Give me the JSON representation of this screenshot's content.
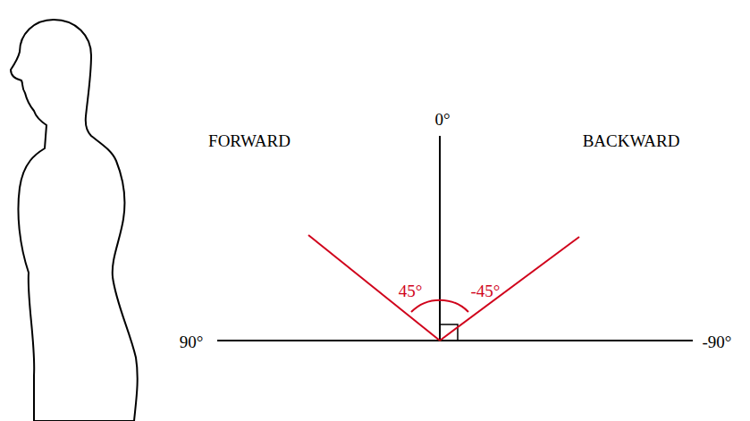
{
  "diagram": {
    "labels": [
      "FORWARD",
      "0°",
      "BACKWARD",
      "45°",
      "-45°",
      "90°",
      "-90°"
    ]
  }
}
